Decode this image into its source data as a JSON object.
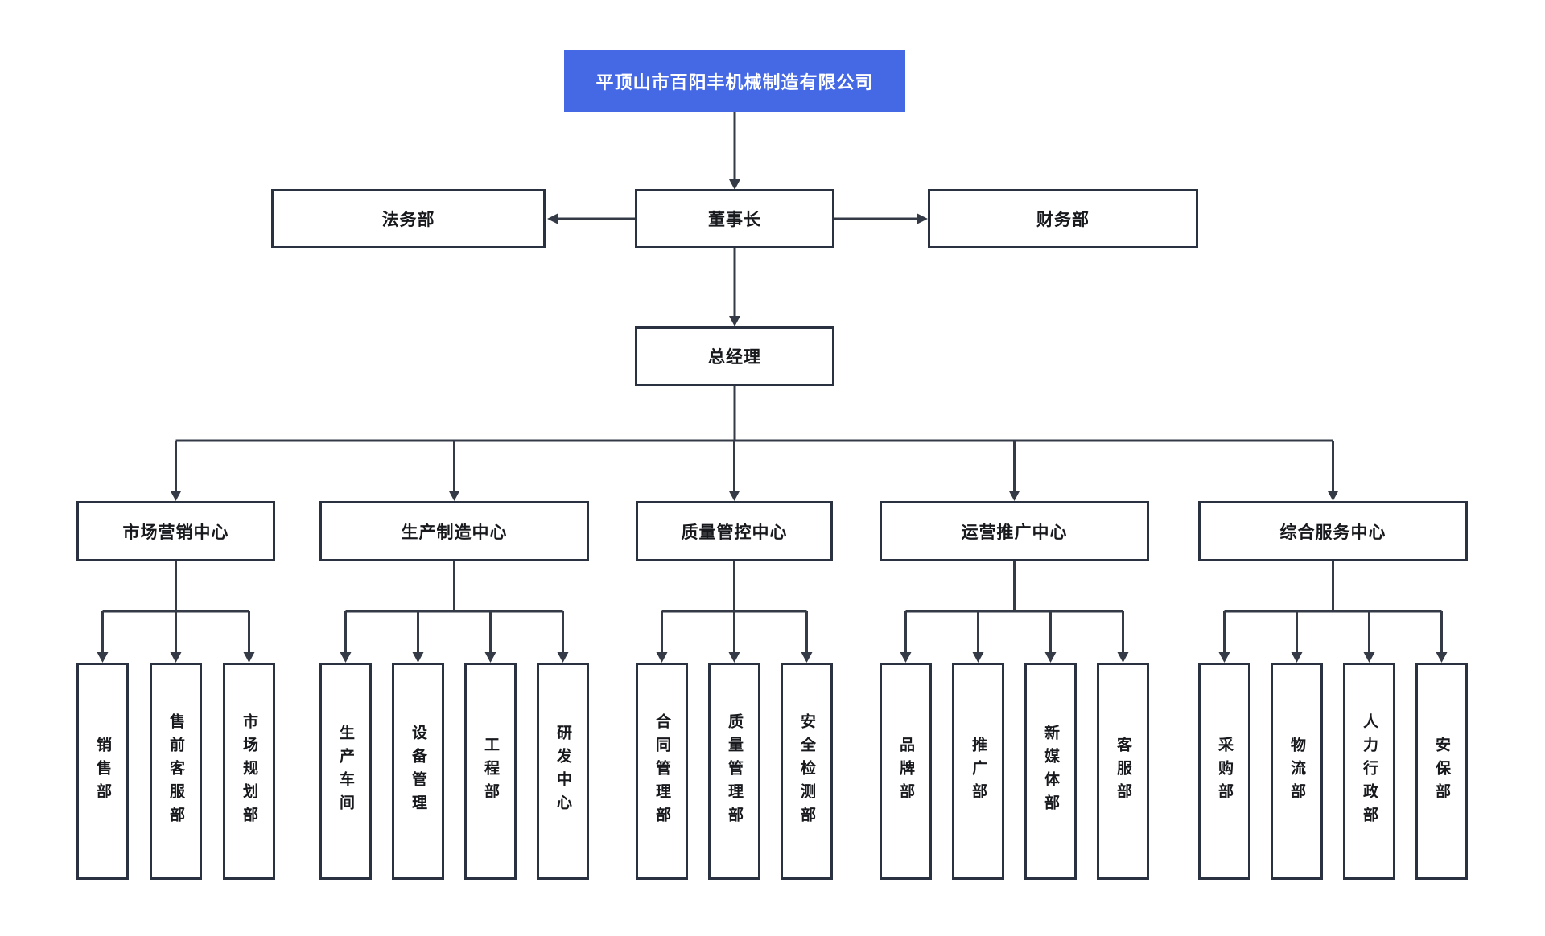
{
  "org_chart": {
    "company": {
      "label": "平顶山市百阳丰机械制造有限公司"
    },
    "board": {
      "legal": {
        "label": "法务部"
      },
      "chairman": {
        "label": "董事长"
      },
      "finance": {
        "label": "财务部"
      }
    },
    "general_manager": {
      "label": "总经理"
    },
    "divisions": [
      {
        "label": "市场营销中心",
        "departments": [
          "销售部",
          "售前客服部",
          "市场规划部"
        ]
      },
      {
        "label": "生产制造中心",
        "departments": [
          "生产车间",
          "设备管理",
          "工程部",
          "研发中心"
        ]
      },
      {
        "label": "质量管控中心",
        "departments": [
          "合同管理部",
          "质量管理部",
          "安全检测部"
        ]
      },
      {
        "label": "运营推广中心",
        "departments": [
          "品牌部",
          "推广部",
          "新媒体部",
          "客服部"
        ]
      },
      {
        "label": "综合服务中心",
        "departments": [
          "采购部",
          "物流部",
          "人力行政部",
          "安保部"
        ]
      }
    ],
    "colors": {
      "company_box_bg": "#4569e5",
      "company_box_text": "#ffffff",
      "node_bg": "#ffffff",
      "node_border": "#2a3140",
      "connector": "#343b47",
      "node_text": "#17191d"
    }
  }
}
